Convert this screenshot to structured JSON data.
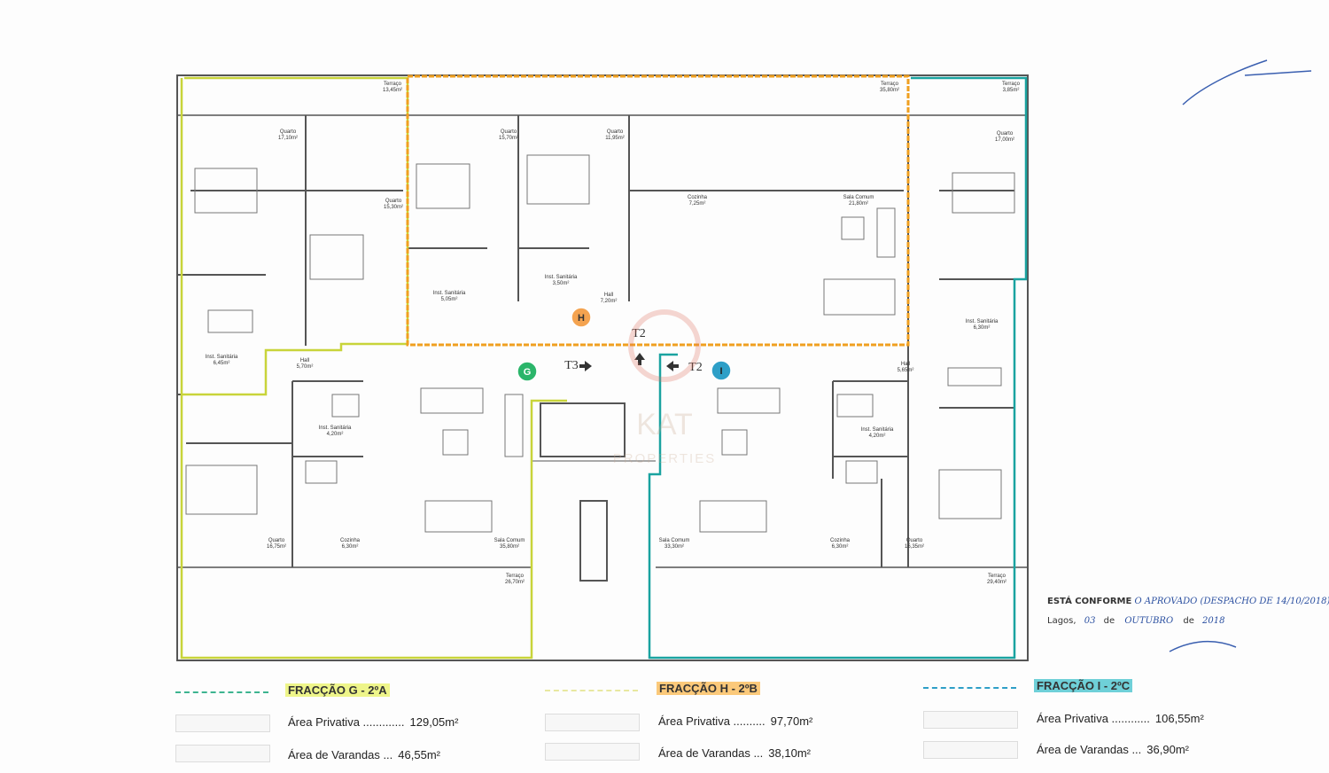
{
  "rooms": [
    {
      "id": "g-terraco-top",
      "name": "Terraço",
      "area": "13,45m²"
    },
    {
      "id": "h-terraco-top",
      "name": "Terraço",
      "area": "35,80m²"
    },
    {
      "id": "i-terraco-top",
      "name": "Terraço",
      "area": "3,85m²"
    },
    {
      "id": "g-quarto-1",
      "name": "Quarto",
      "area": "17,10m²"
    },
    {
      "id": "g-quarto-2",
      "name": "Quarto",
      "area": "15,30m²"
    },
    {
      "id": "h-quarto-1",
      "name": "Quarto",
      "area": "15,70m²"
    },
    {
      "id": "h-quarto-2",
      "name": "Quarto",
      "area": "11,95m²"
    },
    {
      "id": "i-quarto-1",
      "name": "Quarto",
      "area": "17,00m²"
    },
    {
      "id": "h-cozinha",
      "name": "Cozinha",
      "area": "7,25m²"
    },
    {
      "id": "h-sala",
      "name": "Sala Comum",
      "area": "21,80m²"
    },
    {
      "id": "h-ists-1",
      "name": "Inst. Sanitária",
      "area": "5,05m²"
    },
    {
      "id": "h-ists-2",
      "name": "Inst. Sanitária",
      "area": "3,50m²"
    },
    {
      "id": "h-hall",
      "name": "Hall",
      "area": "7,20m²"
    },
    {
      "id": "g-ists-1",
      "name": "Inst. Sanitária",
      "area": "6,45m²"
    },
    {
      "id": "g-hall",
      "name": "Hall",
      "area": "5,70m²"
    },
    {
      "id": "g-ists-2",
      "name": "Inst. Sanitária",
      "area": "4,20m²"
    },
    {
      "id": "i-ists-1",
      "name": "Inst. Sanitária",
      "area": "6,30m²"
    },
    {
      "id": "i-hall",
      "name": "Hall",
      "area": "5,65m²"
    },
    {
      "id": "i-ists-2",
      "name": "Inst. Sanitária",
      "area": "4,20m²"
    },
    {
      "id": "g-quarto-3",
      "name": "Quarto",
      "area": "16,75m²"
    },
    {
      "id": "g-cozinha",
      "name": "Cozinha",
      "area": "6,30m²"
    },
    {
      "id": "g-sala",
      "name": "Sala Comum",
      "area": "35,80m²"
    },
    {
      "id": "g-terraco-bottom",
      "name": "Terraço",
      "area": "26,70m²"
    },
    {
      "id": "i-sala",
      "name": "Sala Comum",
      "area": "33,30m²"
    },
    {
      "id": "i-cozinha",
      "name": "Cozinha",
      "area": "6,30m²"
    },
    {
      "id": "i-quarto-2",
      "name": "Quarto",
      "area": "16,35m²"
    },
    {
      "id": "i-terraco-bottom",
      "name": "Terraço",
      "area": "29,40m²"
    }
  ],
  "markers": {
    "g_letter": "G",
    "h_letter": "H",
    "i_letter": "I",
    "t3": "T3",
    "t2_h": "T2",
    "t2_i": "T2"
  },
  "watermark": {
    "logo": "KAT",
    "text": "PROPERTIES"
  },
  "legend": {
    "g": {
      "title": "FRACÇÃO G - 2ºA",
      "priv_label": "Área Privativa .............",
      "priv_value": "129,05m²",
      "var_label": "Área de Varandas ...",
      "var_value": "46,55m²"
    },
    "h": {
      "title": "FRACÇÃO H - 2ºB",
      "priv_label": "Área Privativa ..........",
      "priv_value": "97,70m²",
      "var_label": "Área de Varandas ...",
      "var_value": "38,10m²"
    },
    "i": {
      "title": "FRACÇÃO I - 2ºC",
      "priv_label": "Área Privativa ............",
      "priv_value": "106,55m²",
      "var_label": "Área de Varandas ...",
      "var_value": "36,90m²"
    }
  },
  "stamp": {
    "line1_print": "ESTÁ CONFORME",
    "line1_hand": "O APROVADO (DESPACHO DE 14/10/2018)",
    "line2_print_a": "Lagos,",
    "line2_hand_day": "03",
    "line2_print_b": "de",
    "line2_hand_month": "OUTUBRO",
    "line2_print_c": "de",
    "line2_hand_year": "2018"
  },
  "colors": {
    "g": "#c8d43a",
    "h": "#f0a020",
    "i": "#1aa3a0",
    "wall": "#555555"
  }
}
